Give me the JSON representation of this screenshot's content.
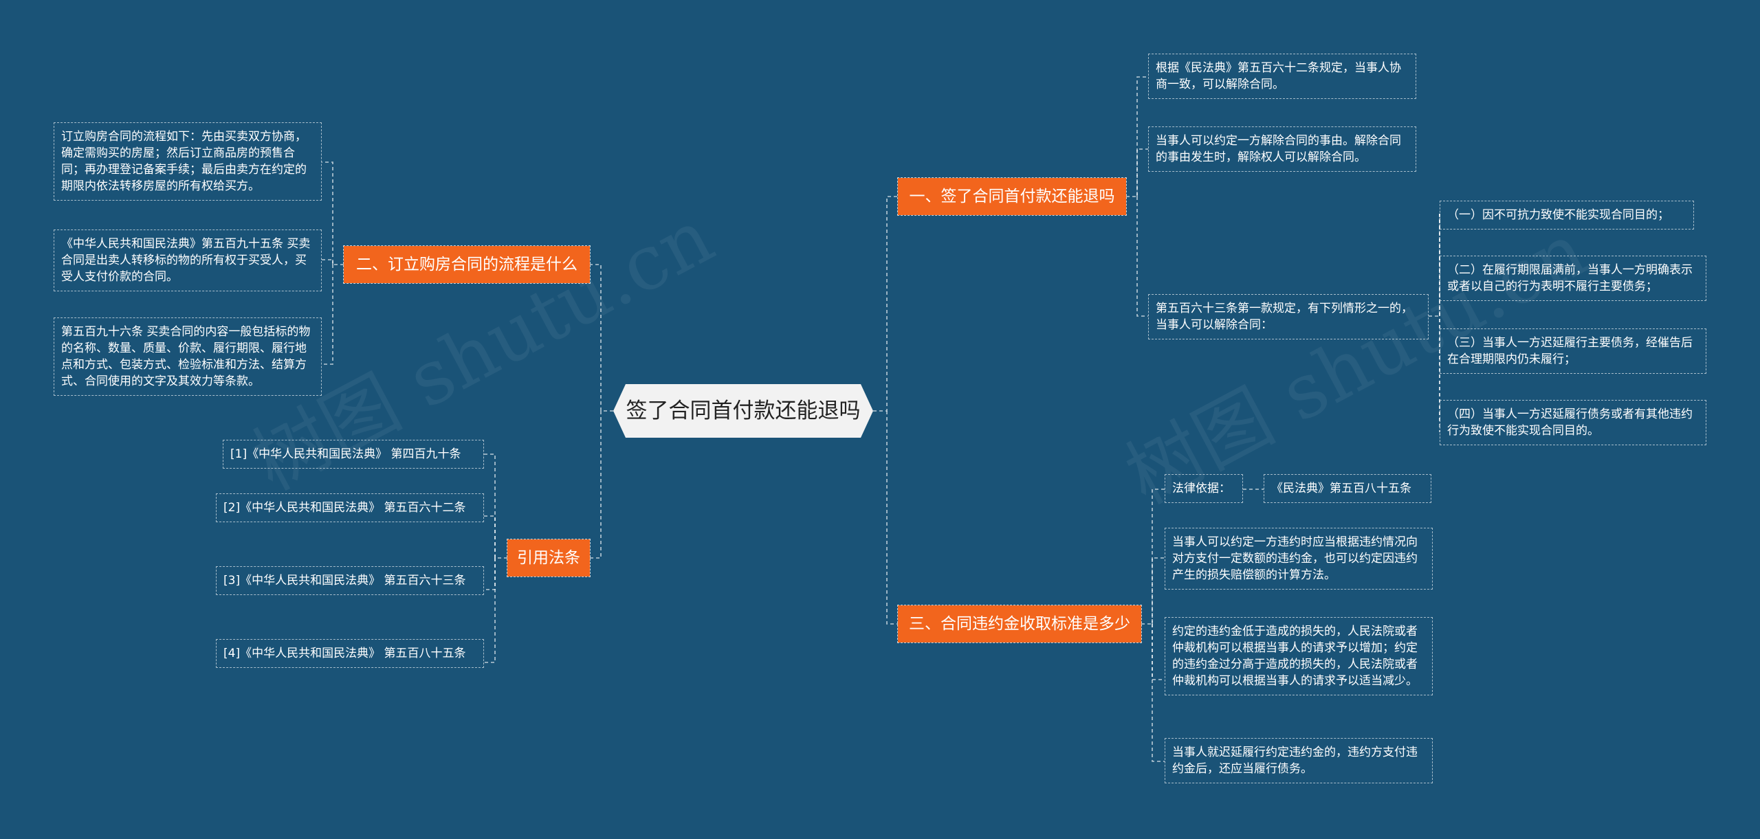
{
  "watermark": "树图 shutu.cn",
  "root": "签了合同首付款还能退吗",
  "branches": {
    "b1": "一、签了合同首付款还能退吗",
    "b2": "二、订立购房合同的流程是什么",
    "b3": "三、合同违约金收取标准是多少",
    "b4": "引用法条"
  },
  "right_top": {
    "n1": "根据《民法典》第五百六十二条规定，当事人协商一致，可以解除合同。",
    "n2": "当事人可以约定一方解除合同的事由。解除合同的事由发生时，解除权人可以解除合同。",
    "n3": "第五百六十三条第一款规定，有下列情形之一的，当事人可以解除合同：",
    "cases": [
      "（一）因不可抗力致使不能实现合同目的；",
      "（二）在履行期限届满前，当事人一方明确表示或者以自己的行为表明不履行主要债务；",
      "（三）当事人一方迟延履行主要债务，经催告后在合理期限内仍未履行；",
      "（四）当事人一方迟延履行债务或者有其他违约行为致使不能实现合同目的。"
    ]
  },
  "right_bottom": {
    "basis_label": "法律依据：",
    "basis_value": "《民法典》第五百八十五条",
    "p1": "当事人可以约定一方违约时应当根据违约情况向对方支付一定数额的违约金，也可以约定因违约产生的损失赔偿额的计算方法。",
    "p2": "约定的违约金低于造成的损失的，人民法院或者仲裁机构可以根据当事人的请求予以增加；约定的违约金过分高于造成的损失的，人民法院或者仲裁机构可以根据当事人的请求予以适当减少。",
    "p3": "当事人就迟延履行约定违约金的，违约方支付违约金后，还应当履行债务。"
  },
  "left_top": {
    "p1": "订立购房合同的流程如下：先由买卖双方协商，确定需购买的房屋；然后订立商品房的预售合同；再办理登记备案手续；最后由卖方在约定的期限内依法转移房屋的所有权给买方。",
    "p2": "《中华人民共和国民法典》第五百九十五条 买卖合同是出卖人转移标的物的所有权于买受人，买受人支付价款的合同。",
    "p3": "第五百九十六条 买卖合同的内容一般包括标的物的名称、数量、质量、价款、履行期限、履行地点和方式、包装方式、检验标准和方法、结算方式、合同使用的文字及其效力等条款。"
  },
  "citations": [
    "[1]《中华人民共和国民法典》 第四百九十条",
    "[2]《中华人民共和国民法典》 第五百六十二条",
    "[3]《中华人民共和国民法典》 第五百六十三条",
    "[4]《中华人民共和国民法典》 第五百八十五条"
  ]
}
